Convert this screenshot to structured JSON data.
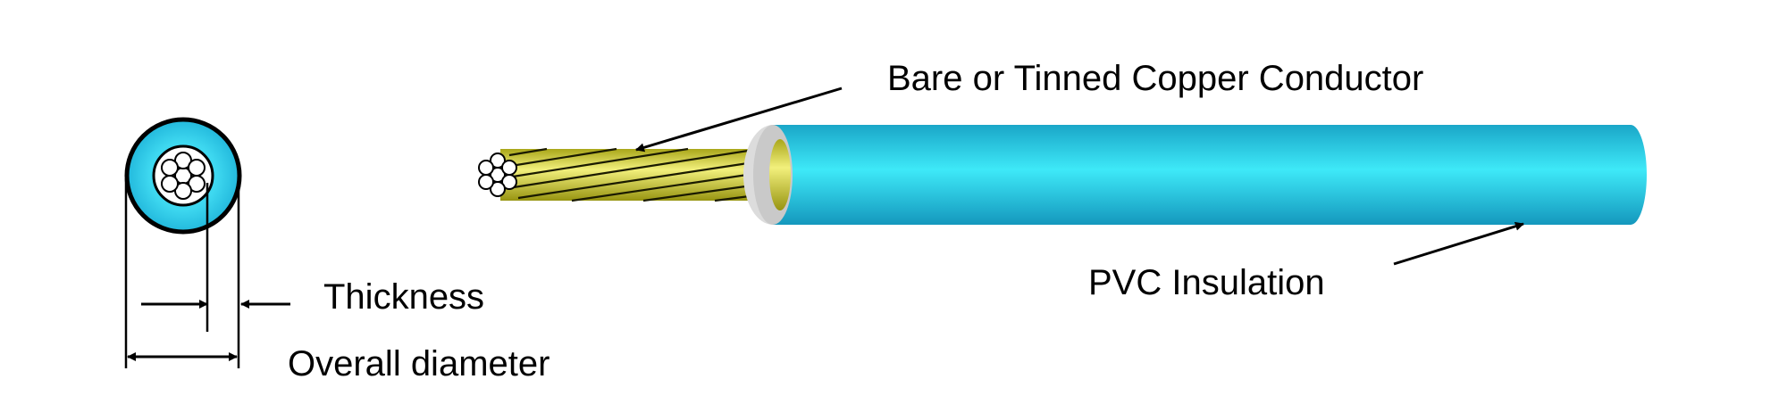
{
  "labels": {
    "conductor": "Bare or Tinned Copper Conductor",
    "insulation": "PVC Insulation",
    "thickness": "Thickness",
    "overall_diameter": "Overall diameter"
  },
  "colors": {
    "insulation": "#2ac4e4",
    "insulation_highlight": "#3ee6f7",
    "insulation_shadow": "#159fc3",
    "conductor": "#d7d72a",
    "conductor_highlight": "#f6f59a",
    "conductor_shadow": "#9d9a12",
    "insulation_end": "#dedede",
    "line": "#000000"
  }
}
